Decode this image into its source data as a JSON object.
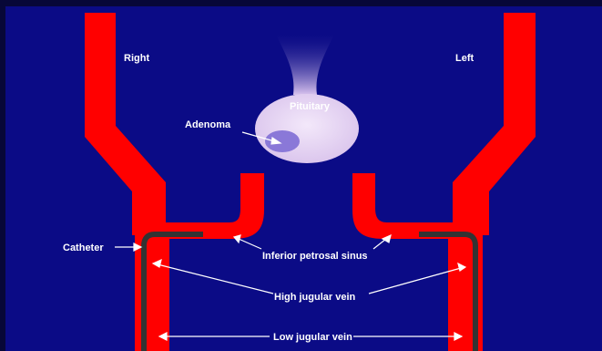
{
  "labels": {
    "right": "Right",
    "left": "Left",
    "pituitary": "Pituitary",
    "adenoma": "Adenoma",
    "catheter": "Catheter",
    "inferior_petrosal_sinus": "Inferior petrosal sinus",
    "high_jugular_vein": "High jugular vein",
    "low_jugular_vein": "Low jugular vein"
  },
  "colors": {
    "background": "#0b0b86",
    "vein": "#ff0000",
    "catheter": "#333333",
    "pituitary": "#e7d3f2",
    "adenoma": "#8a78d8",
    "text": "#ffffff"
  }
}
